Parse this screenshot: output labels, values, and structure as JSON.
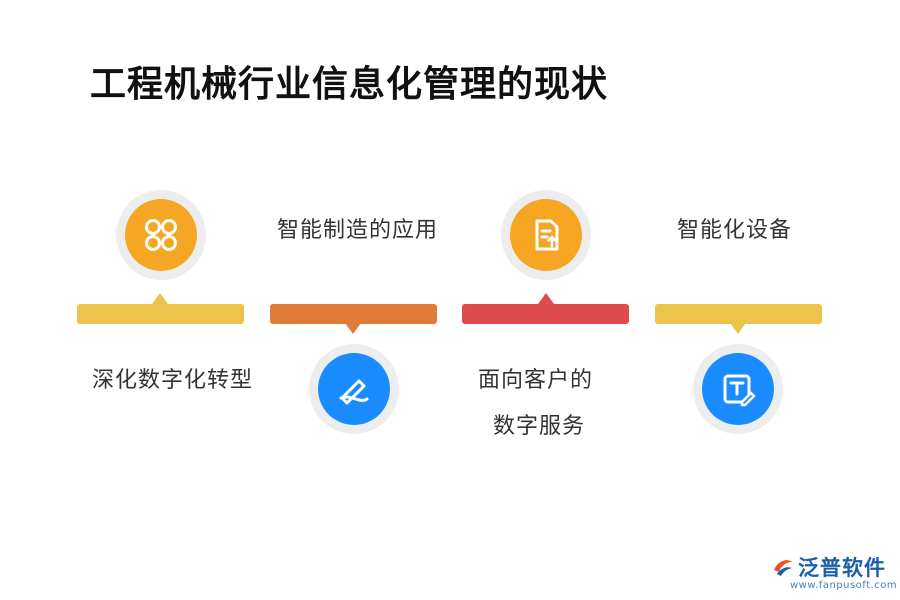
{
  "title": "工程机械行业信息化管理的现状",
  "colors": {
    "yellow": "#ecc44b",
    "orange": "#e07b39",
    "red": "#e04c4c",
    "orange_icon": "#f5a623",
    "blue_icon": "#1a8cff",
    "ring": "#ededed"
  },
  "items": [
    {
      "label": "深化数字化转型",
      "icon": "grid-circles-icon",
      "bar_color": "#ecc44b"
    },
    {
      "label": "智能制造的应用",
      "icon": "pen-signature-icon",
      "bar_color": "#e07b39"
    },
    {
      "label_line1": "面向客户的",
      "label_line2": "数字服务",
      "icon": "document-upload-icon",
      "bar_color": "#e04c4c"
    },
    {
      "label": "智能化设备",
      "icon": "text-edit-icon",
      "bar_color": "#ecc44b"
    }
  ],
  "logo": {
    "name": "泛普软件",
    "url": "www.fanpusoft.com"
  }
}
